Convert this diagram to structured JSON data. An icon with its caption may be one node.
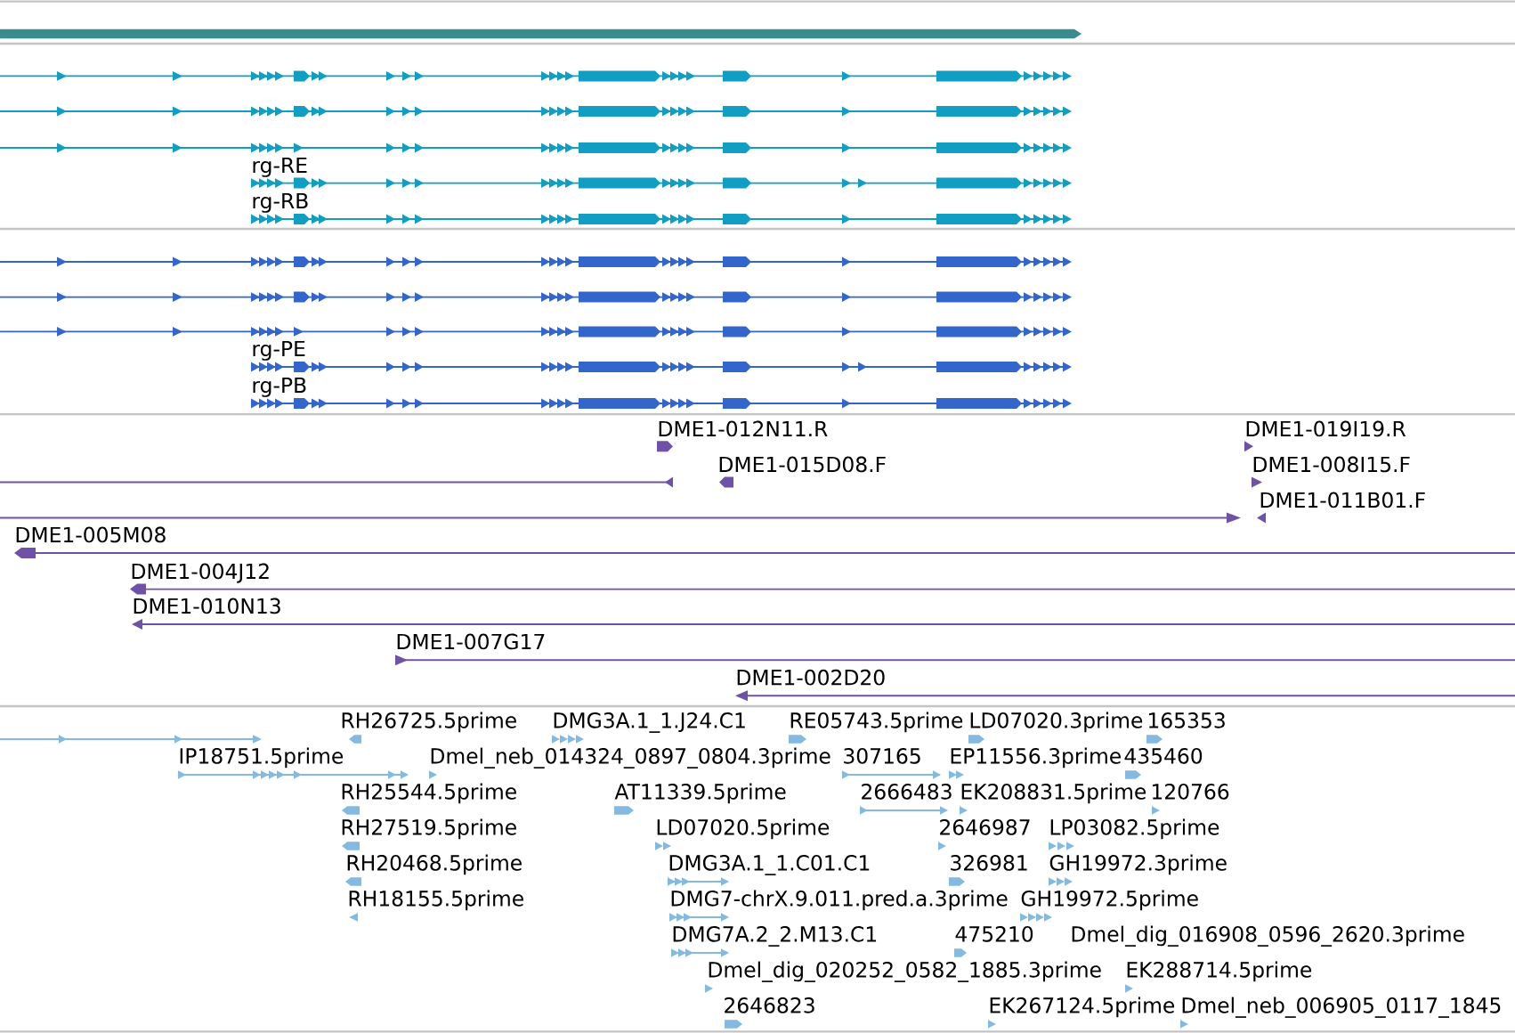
{
  "diagram": {
    "labels": [
      "rg-RE",
      "rg-RB",
      "rg-PE",
      "rg-PB",
      "DME1-012N11.R",
      "DME1-019I19.R",
      "DME1-015D08.F",
      "DME1-008I15.F",
      "DME1-011B01.F",
      "DME1-005M08",
      "DME1-004J12",
      "DME1-010N13",
      "DME1-007G17",
      "DME1-002D20",
      "RH26725.5prime",
      "DMG3A.1_1.J24.C1",
      "RE05743.5prime",
      "LD07020.3prime",
      "165353",
      "IP18751.5prime",
      "Dmel_neb_014324_0897_0804.3prime",
      "307165",
      "EP11556.3prime",
      "435460",
      "RH25544.5prime",
      "AT11339.5prime",
      "2666483",
      "EK208831.5prime",
      "120766",
      "RH27519.5prime",
      "LD07020.5prime",
      "2646987",
      "LP03082.5prime",
      "RH20468.5prime",
      "DMG3A.1_1.C01.C1",
      "326981",
      "GH19972.3prime",
      "RH18155.5prime",
      "DMG7-chrX.9.011.pred.a.3prime",
      "GH19972.5prime",
      "DMG7A.2_2.M13.C1",
      "475210",
      "Dmel_dig_016908_0596_2620.3prime",
      "Dmel_dig_020252_0582_1885.3prime",
      "EK288714.5prime",
      "2646823",
      "EK267124.5prime",
      "Dmel_neb_006905_0117_1845"
    ]
  }
}
